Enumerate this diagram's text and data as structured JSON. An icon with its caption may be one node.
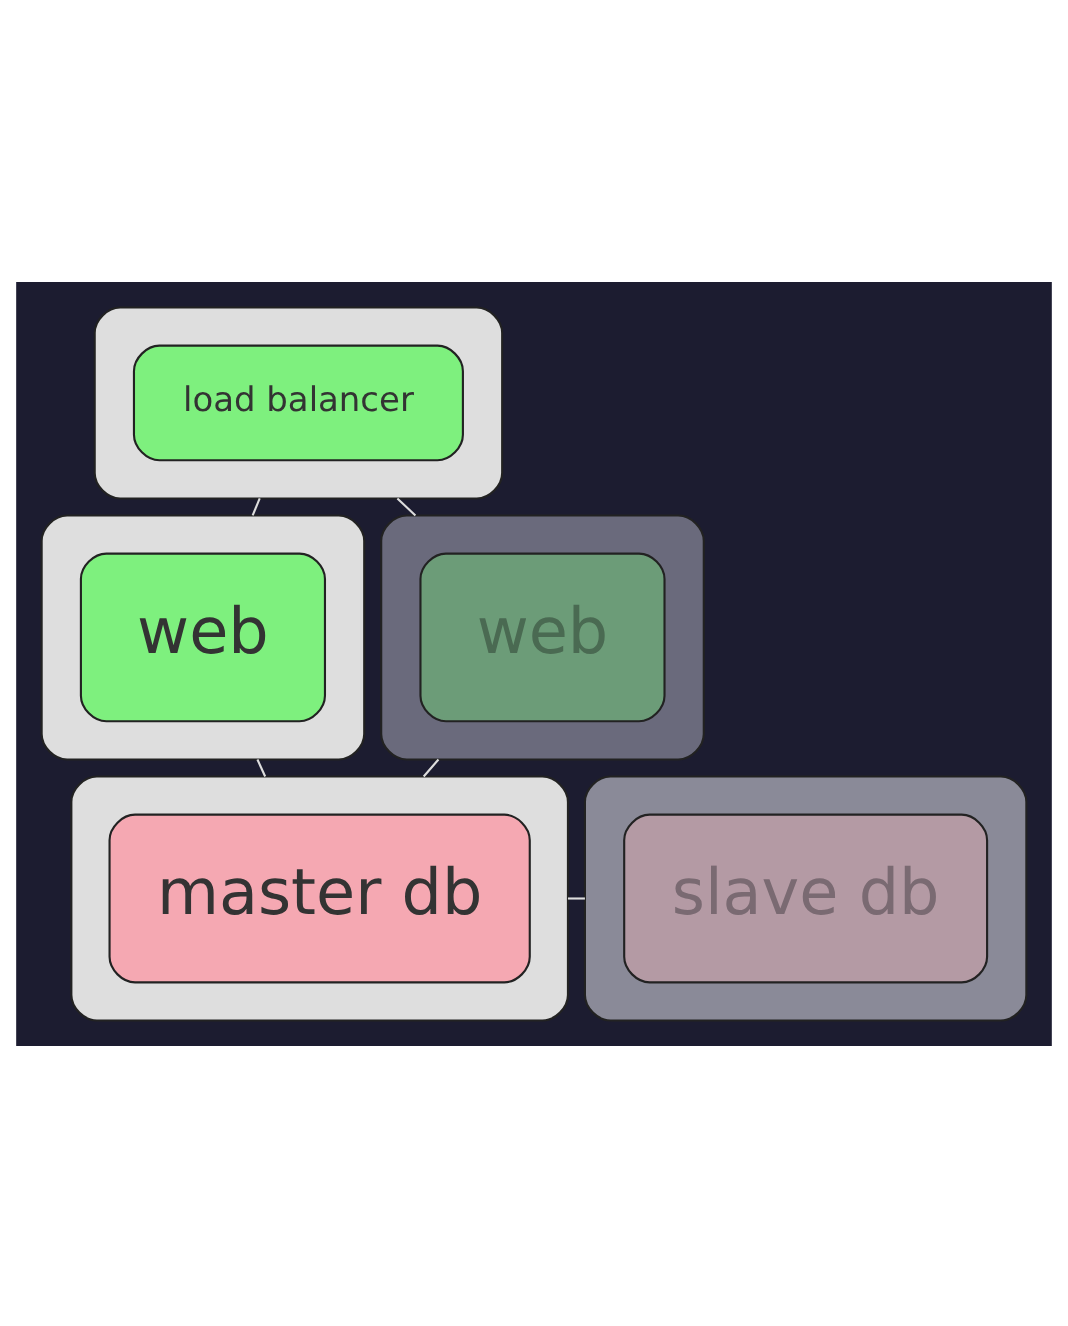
{
  "diagram": {
    "nodes": [
      {
        "text": [],
        "shape": "box"
      },
      {
        "text": [
          "load balancer"
        ],
        "in": 0
      },
      {
        "text": [],
        "shape": "box"
      },
      {
        "text": [
          "web"
        ],
        "in": 2
      },
      {
        "text": [],
        "shape": "box"
      },
      {
        "text": [
          "web"
        ],
        "in": 4
      },
      {
        "text": [],
        "shape": "box"
      },
      {
        "text": [
          "master db"
        ],
        "in": 6
      },
      {
        "text": [],
        "shape": "box"
      },
      {
        "text": [
          "slave db"
        ],
        "in": 8
      }
    ],
    "edges": [
      {
        "from": 0,
        "to": 2,
        "arrow": "none"
      },
      {
        "from": 0,
        "to": 4,
        "arrow": "none"
      },
      {
        "from": 2,
        "to": 6,
        "arrow": "none"
      },
      {
        "from": 4,
        "to": 6,
        "arrow": "none"
      },
      {
        "from": 6,
        "to": 8,
        "arrow": "none"
      }
    ]
  }
}
